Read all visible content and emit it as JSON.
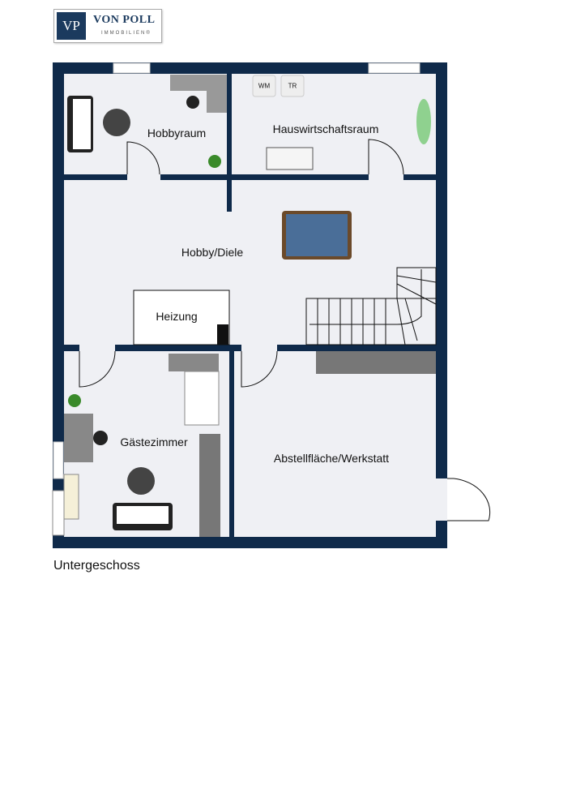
{
  "logo": {
    "mark": "VP",
    "name": "VON POLL",
    "sub": "IMMOBILIEN®"
  },
  "rooms": {
    "hobbyraum": "Hobbyraum",
    "hauswirtschaftsraum": "Hauswirtschaftsraum",
    "hobby_diele": "Hobby/Diele",
    "heizung": "Heizung",
    "gaestezimmer": "Gästezimmer",
    "abstellflaeche": "Abstellfläche/Werkstatt"
  },
  "appliances": {
    "washer": "WM",
    "dryer": "TR"
  },
  "caption": "Untergeschoss",
  "colors": {
    "wall": "#0f2a4a",
    "floor": "#eff0f4"
  }
}
